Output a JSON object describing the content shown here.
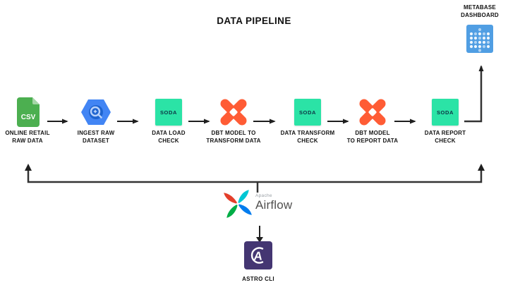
{
  "title": "DATA PIPELINE",
  "colors": {
    "csv-green": "#4caf50",
    "csv-fold": "#a5d6a7",
    "bigquery-blue": "#4285f4",
    "bigquery-inner": "#1e64d0",
    "bigquery-glass": "#b9d2fb",
    "soda-green": "#2be3a6",
    "soda-text": "#0d3344",
    "dbt-orange": "#ff5c35",
    "metabase-blue": "#509ee3",
    "astro-purple": "#443672",
    "arrow-black": "#1f1f1f",
    "airflow-red": "#e43f2b",
    "airflow-teal": "#00c7d4",
    "airflow-blue": "#017cee",
    "airflow-green": "#00ad46",
    "airflow-text": "#51504f",
    "airflow-apache": "#9aa0a6"
  },
  "icons": {
    "csv_label": "CSV",
    "soda_label": "SODA"
  },
  "pipeline": {
    "nodes": [
      {
        "id": "online-retail-raw-data",
        "icon": "csv-file",
        "label_line1": "ONLINE RETAIL",
        "label_line2": "RAW DATA"
      },
      {
        "id": "ingest-raw-dataset",
        "icon": "bigquery",
        "label_line1": "INGEST RAW",
        "label_line2": "DATASET"
      },
      {
        "id": "data-load-check",
        "icon": "soda",
        "label_line1": "DATA LOAD",
        "label_line2": "CHECK"
      },
      {
        "id": "dbt-model-transform",
        "icon": "dbt",
        "label_line1": "DBT MODEL TO",
        "label_line2": "TRANSFORM DATA"
      },
      {
        "id": "data-transform-check",
        "icon": "soda",
        "label_line1": "DATA TRANSFORM",
        "label_line2": "CHECK"
      },
      {
        "id": "dbt-model-report",
        "icon": "dbt",
        "label_line1": "DBT MODEL",
        "label_line2": "TO REPORT DATA"
      },
      {
        "id": "data-report-check",
        "icon": "soda",
        "label_line1": "DATA REPORT",
        "label_line2": "CHECK"
      }
    ]
  },
  "metabase": {
    "label_line1": "METABASE",
    "label_line2": "DASHBOARD"
  },
  "airflow": {
    "brand_top": "Apache",
    "brand": "Airflow"
  },
  "astro": {
    "label": "ASTRO CLI"
  }
}
